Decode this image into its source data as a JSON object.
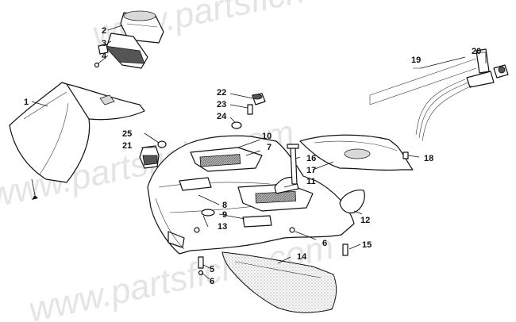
{
  "watermark": "www.partsfiche.com",
  "callouts": {
    "c1": "1",
    "c2": "2",
    "c3": "3",
    "c4": "4",
    "c5": "5",
    "c6a": "6",
    "c6b": "6",
    "c7": "7",
    "c8": "8",
    "c9": "9",
    "c10": "10",
    "c11": "11",
    "c12": "12",
    "c13": "13",
    "c14": "14",
    "c15": "15",
    "c16": "16",
    "c17": "17",
    "c18": "18",
    "c19": "19",
    "c20": "20",
    "c21": "21",
    "c22": "22",
    "c23": "23",
    "c24": "24",
    "c25": "25"
  },
  "colors": {
    "line": "#111111",
    "watermark": "#cfcfcf",
    "shade": "#d9d9d9"
  }
}
